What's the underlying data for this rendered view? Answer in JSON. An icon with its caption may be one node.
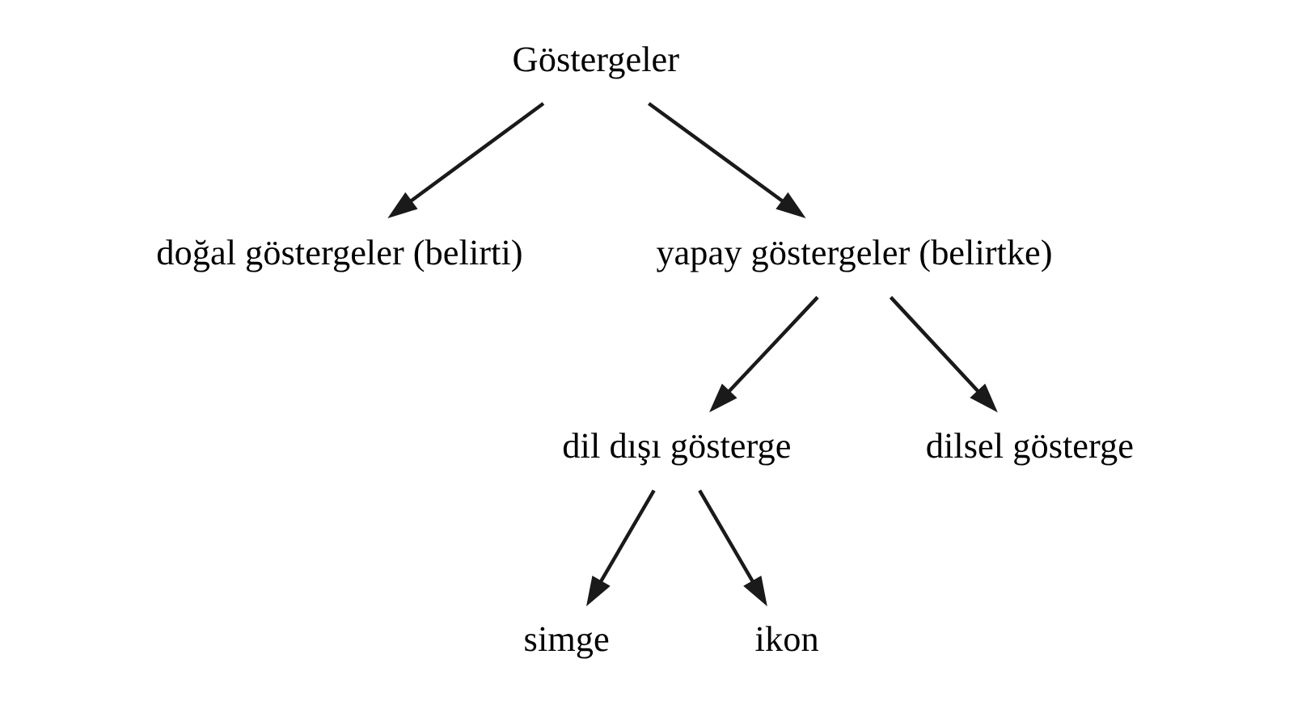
{
  "diagram": {
    "nodes": [
      {
        "text": [
          "Göstergeler"
        ]
      },
      {
        "text": [
          "doğal göstergeler (belirti)"
        ]
      },
      {
        "text": [
          "yapay göstergeler (belirtke)"
        ]
      },
      {
        "text": [
          "dil dışı gösterge"
        ]
      },
      {
        "text": [
          "dilsel gösterge"
        ]
      },
      {
        "text": [
          "simge"
        ]
      },
      {
        "text": [
          "ikon"
        ]
      }
    ],
    "edges": [
      {
        "from": 0,
        "to": 1,
        "arrow": "to"
      },
      {
        "from": 0,
        "to": 2,
        "arrow": "to"
      },
      {
        "from": 2,
        "to": 3,
        "arrow": "to"
      },
      {
        "from": 2,
        "to": 4,
        "arrow": "to"
      },
      {
        "from": 3,
        "to": 5,
        "arrow": "to"
      },
      {
        "from": 3,
        "to": 6,
        "arrow": "to"
      }
    ]
  }
}
